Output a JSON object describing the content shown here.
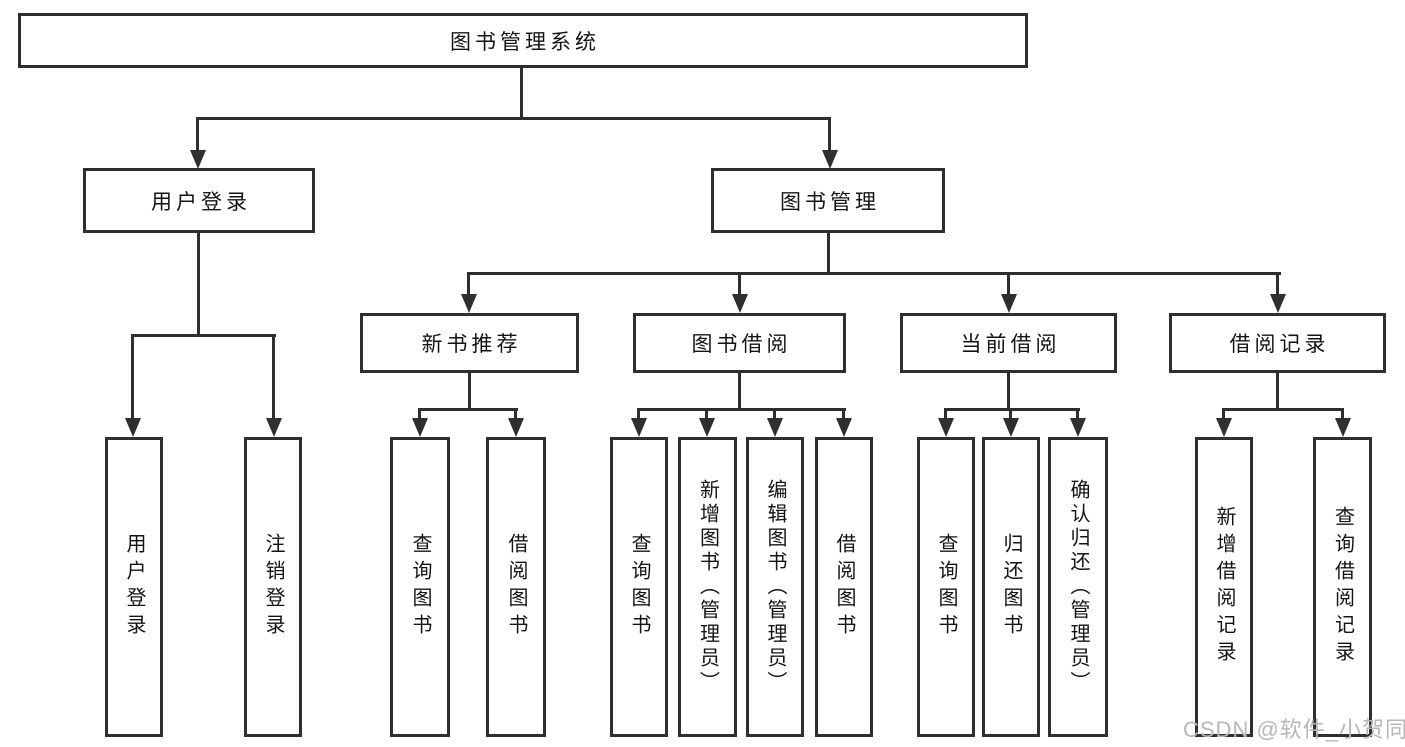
{
  "diagram": {
    "title": "图书管理系统",
    "root": "图书管理系统",
    "level2": [
      "用户登录",
      "图书管理"
    ],
    "level3": [
      "新书推荐",
      "图书借阅",
      "当前借阅",
      "借阅记录"
    ],
    "leaves": {
      "user_login": [
        "用户登录",
        "注销登录"
      ],
      "new_book": [
        "查询图书",
        "借阅图书"
      ],
      "book_borrow": [
        "查询图书",
        "新增图书（管理员）",
        "编辑图书（管理员）",
        "借阅图书"
      ],
      "current_borrow": [
        "查询图书",
        "归还图书",
        "确认归还（管理员）"
      ],
      "borrow_record": [
        "新增借阅记录",
        "查询借阅记录"
      ]
    },
    "colors": {
      "line": "#2f2f2f",
      "text": "#141414",
      "background": "#ffffff",
      "watermark": "#b7b7b7"
    }
  },
  "watermark": "CSDN @软件_小贺同学"
}
